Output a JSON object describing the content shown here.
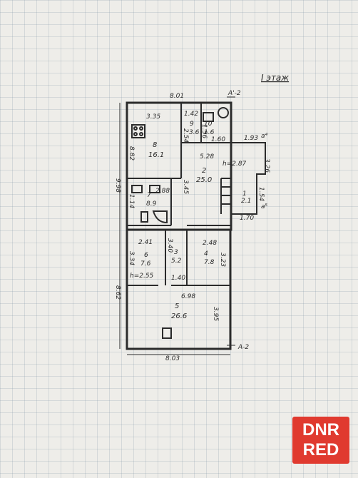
{
  "floor_title": "I этаж",
  "section_marks": {
    "top": "A'-2",
    "bottom": "A-2",
    "a4": "a⁴",
    "a5": "a⁵"
  },
  "overall_dims": {
    "top_width": "8.01",
    "bottom_width": "8.03",
    "left_upper": "9.98",
    "left_lower": "8.62"
  },
  "rooms": [
    {
      "no": "8",
      "area": "16.1",
      "dims": [
        "3.35",
        "8.82"
      ]
    },
    {
      "no": "9",
      "area": "3.6",
      "dims": [
        "1.42",
        "2.54"
      ]
    },
    {
      "no": "10",
      "area": "1.6",
      "dims": [
        "1.56",
        "1.60"
      ]
    },
    {
      "no": "2",
      "area": "25.0",
      "dims": [
        "5.28",
        "3.45",
        "h=2.87"
      ]
    },
    {
      "no": "7",
      "area": "8.9",
      "dims": [
        "2.88",
        "1.14"
      ]
    },
    {
      "no": "1",
      "area": "2.1",
      "dims": [
        "1.54",
        "1.70"
      ]
    },
    {
      "no": "6",
      "area": "7.6",
      "dims": [
        "2.41",
        "3.34",
        "h=2.55"
      ]
    },
    {
      "no": "3",
      "area": "5.2",
      "dims": [
        "1.40",
        "3.40"
      ]
    },
    {
      "no": "4",
      "area": "7.8",
      "dims": [
        "2.48",
        "3.23"
      ]
    },
    {
      "no": "5",
      "area": "26.6",
      "dims": [
        "6.98",
        "3.95"
      ]
    }
  ],
  "extra_dims": {
    "porch_top": "1.93",
    "porch_side": "3.26"
  },
  "watermark": {
    "line1": "DNR",
    "line2": "RED"
  }
}
